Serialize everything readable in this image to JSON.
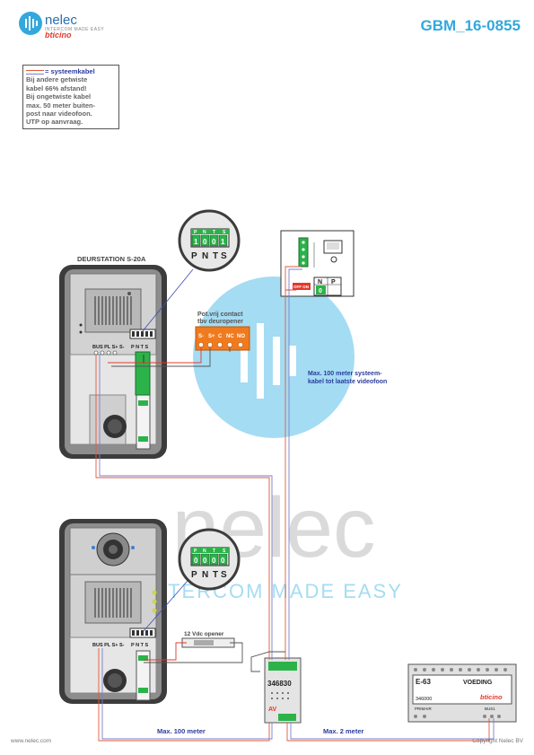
{
  "header": {
    "logo_text": "nelec",
    "logo_subtitle": "INTERCOM MADE EASY",
    "logo_brand": "bticino",
    "doc_code": "GBM_16-0855"
  },
  "note": {
    "title": "= systeemkabel",
    "lines": [
      "Bij andere getwiste",
      "kabel 66% afstand!",
      "Bij ongetwiste kabel",
      "max. 50 meter buiten-",
      "post naar videofoon.",
      "UTP op aanvraag."
    ]
  },
  "door_station_top": {
    "title": "DEURSTATION S-20A",
    "terminals_left": "BUS PL S+ S-",
    "terminals_right": "P N T S"
  },
  "door_station_bottom": {
    "terminals_left": "BUS PL S+ S-",
    "terminals_right": "P N T S"
  },
  "zoom_top": {
    "header": [
      "P",
      "N",
      "T",
      "S"
    ],
    "values": [
      "1",
      "0",
      "0",
      "1"
    ],
    "labels": [
      "P",
      "N",
      "T",
      "S"
    ]
  },
  "zoom_bottom": {
    "header": [
      "P",
      "N",
      "T",
      "S"
    ],
    "values": [
      "0",
      "0",
      "0",
      "0"
    ],
    "labels": [
      "P",
      "N",
      "T",
      "S"
    ]
  },
  "relay": {
    "label_line1": "Pot.vrij contact",
    "label_line2": "tbv deuropener",
    "terminals": [
      "S-",
      "S+",
      "C",
      "NC",
      "NO"
    ]
  },
  "monitor": {
    "switch_label": "OFF ON",
    "np_labels": [
      "N",
      "P"
    ],
    "np_value": "0"
  },
  "module": {
    "code": "346830",
    "tag": "AV"
  },
  "power_supply": {
    "model": "E-63",
    "name": "VOEDING",
    "brand": "bticino",
    "code": "346000",
    "primair": "PRIMAIR",
    "bus": "BUS1"
  },
  "opener": {
    "label": "12 Vdc opener"
  },
  "annotations": {
    "max_100_system_line1": "Max. 100 meter systeem-",
    "max_100_system_line2": "kabel tot laatste videofoon",
    "max_100": "Max. 100 meter",
    "max_2": "Max. 2 meter"
  },
  "watermark": {
    "text": "nelec",
    "tagline": "INTERCOM MADE EASY"
  },
  "footer": {
    "left": "www.nelec.com",
    "right": "Copyright Nelec BV"
  },
  "colors": {
    "accent": "#33a8dc",
    "system_cable_red": "#e25a3a",
    "system_cable_blue": "#7a7fcf",
    "relay_orange": "#f07a1e",
    "terminal_green": "#2bb34a",
    "label_blue": "#2b3c9e"
  }
}
